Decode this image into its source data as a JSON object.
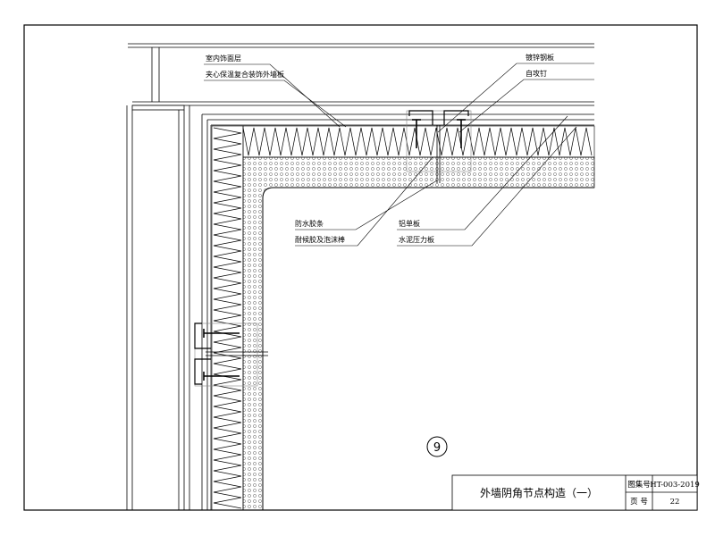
{
  "labels": {
    "interior_finish": "室内饰面层",
    "sandwich_panel": "夹心保温复合装饰外墙板",
    "galvanized_steel_plate": "镀锌钢板",
    "self_tapping_screw": "自攻钉",
    "waterproof_strip": "防水胶条",
    "sealant_foam_rod": "耐候胶及泡沫棒",
    "aluminum_panel": "铝单板",
    "cement_board": "水泥压力板"
  },
  "detail_number": "9",
  "title_block": {
    "drawing_title": "外墙阴角节点构造（一）",
    "atlas_no_label": "图集号",
    "atlas_no_value": "HT-003-2019",
    "page_label": "页   号",
    "page_value": "22"
  }
}
